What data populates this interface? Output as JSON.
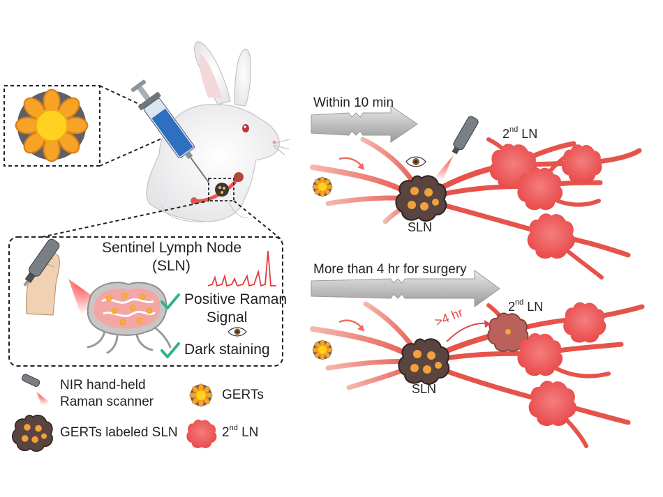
{
  "colors": {
    "node_red": "#ef5a5a",
    "vessel_red": "#e8574f",
    "arrow_grey": "#c9c9c9",
    "check_green": "#2eb28a",
    "syringe_blue": "#2e6fc0",
    "gert_orange": "#f7a325",
    "gert_yellow": "#ffd21f",
    "sln_dark": "#4a3d3a"
  },
  "inset": {
    "title_line1": "Sentinel Lymph Node",
    "title_line2": "(SLN)",
    "positive_raman_line1": "Positive Raman",
    "positive_raman_line2": "Signal",
    "dark_staining": "Dark staining"
  },
  "legend": {
    "scanner_line1": "NIR hand-held",
    "scanner_line2": "Raman scanner",
    "gerts": "GERTs",
    "gerts_labeled_sln": "GERTs labeled SLN",
    "second_ln_base": "2",
    "second_ln_sup": "nd",
    "second_ln_tail": " LN"
  },
  "top_panel": {
    "arrow_label": "Within 10 min",
    "second_ln_base": "2",
    "second_ln_sup": "nd",
    "second_ln_tail": " LN",
    "sln_label": "SLN"
  },
  "bottom_panel": {
    "arrow_label": "More than 4 hr for surgery",
    "time_label": ">4 hr",
    "second_ln_base": "2",
    "second_ln_sup": "nd",
    "second_ln_tail": " LN",
    "sln_label": "SLN"
  },
  "icons": [
    "rabbit-icon",
    "syringe-icon",
    "eye-icon",
    "raman-scanner-icon",
    "check-icon",
    "hand-icon",
    "gert-icon",
    "raman-spectrum-icon"
  ]
}
